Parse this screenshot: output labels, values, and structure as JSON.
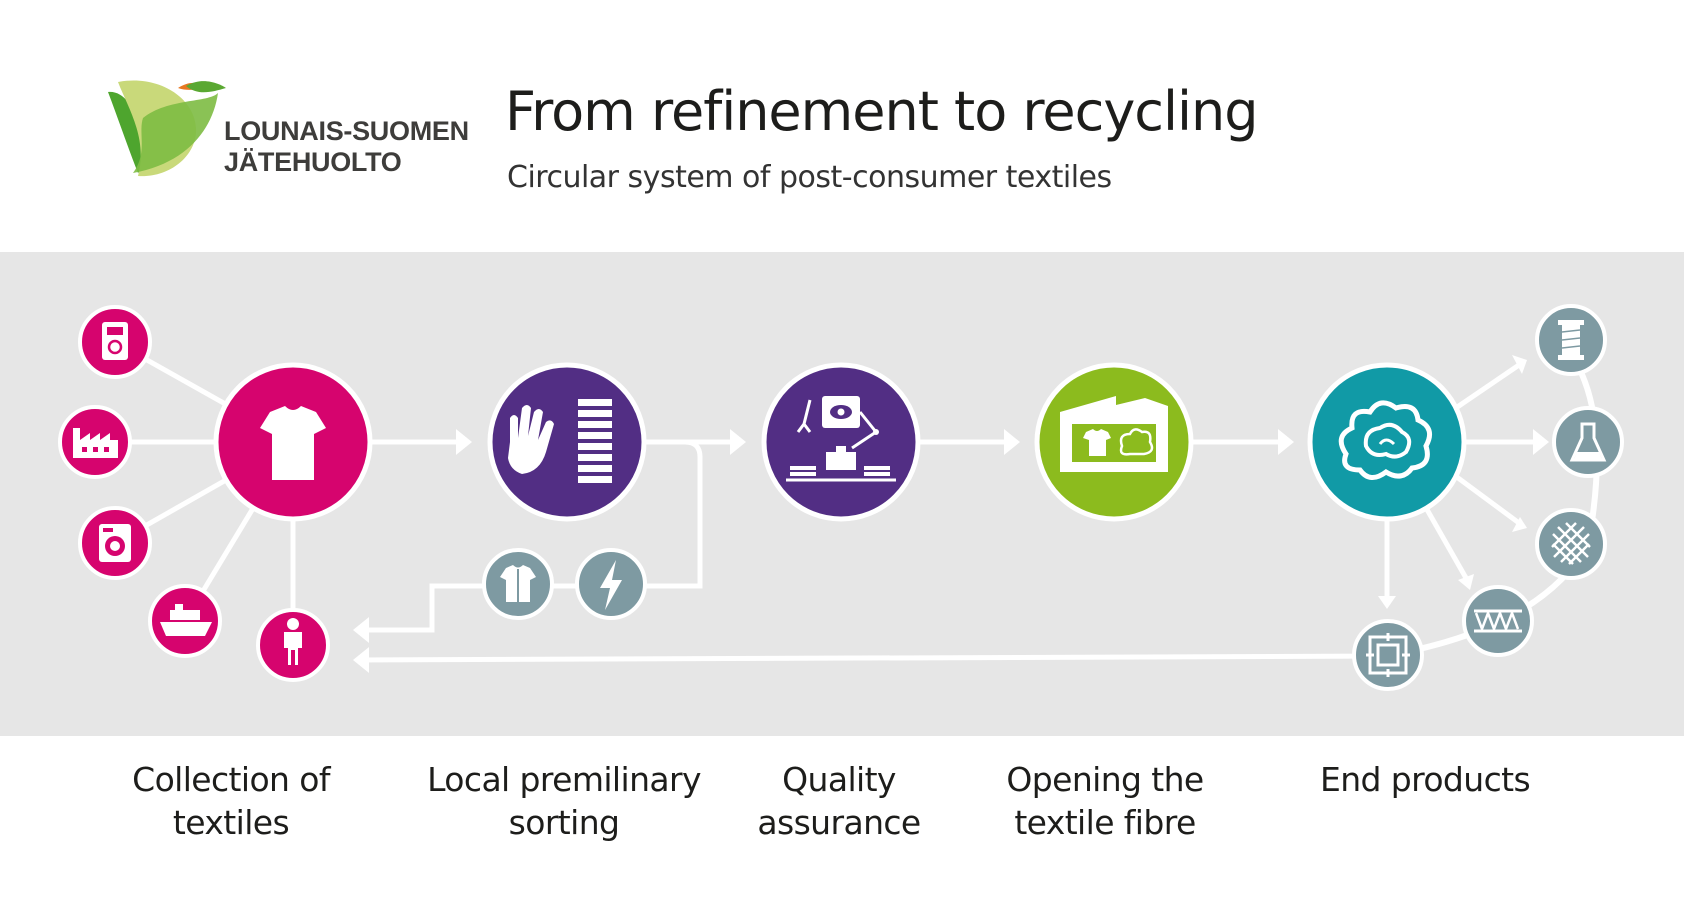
{
  "header": {
    "logo_line1": "LOUNAIS-SUOMEN",
    "logo_line2": "JÄTEHUOLTO",
    "title": "From refinement to recycling",
    "subtitle": "Circular system of post-consumer textiles"
  },
  "colors": {
    "band": "#e6e6e6",
    "collection": "#d6046e",
    "sorting": "#522e84",
    "quality": "#522e84",
    "fibre": "#8cbb1e",
    "end_products": "#119aa6",
    "secondary": "#7e9aa2",
    "logo_green": "#6bb33a"
  },
  "stages": [
    {
      "line1": "Collection of",
      "line2": "textiles",
      "icon": "t-shirt-icon"
    },
    {
      "line1": "Local premilinary",
      "line2": "sorting",
      "icon": "hand-sorting-icon"
    },
    {
      "line1": "Quality",
      "line2": "assurance",
      "icon": "robot-inspection-icon"
    },
    {
      "line1": "Opening the",
      "line2": "textile fibre",
      "icon": "fibre-factory-icon"
    },
    {
      "line1": "End products",
      "line2": "",
      "icon": "fibre-cloud-icon"
    }
  ],
  "collection_sources": [
    "recycling-container-icon",
    "factory-icon",
    "washing-machine-icon",
    "ship-icon",
    "person-icon"
  ],
  "sorting_outputs": [
    "reuse-shirt-icon",
    "energy-icon"
  ],
  "end_product_types": [
    "yarn-spool-icon",
    "chemical-flask-icon",
    "mesh-textile-icon",
    "nonwoven-icon",
    "composite-board-icon"
  ]
}
